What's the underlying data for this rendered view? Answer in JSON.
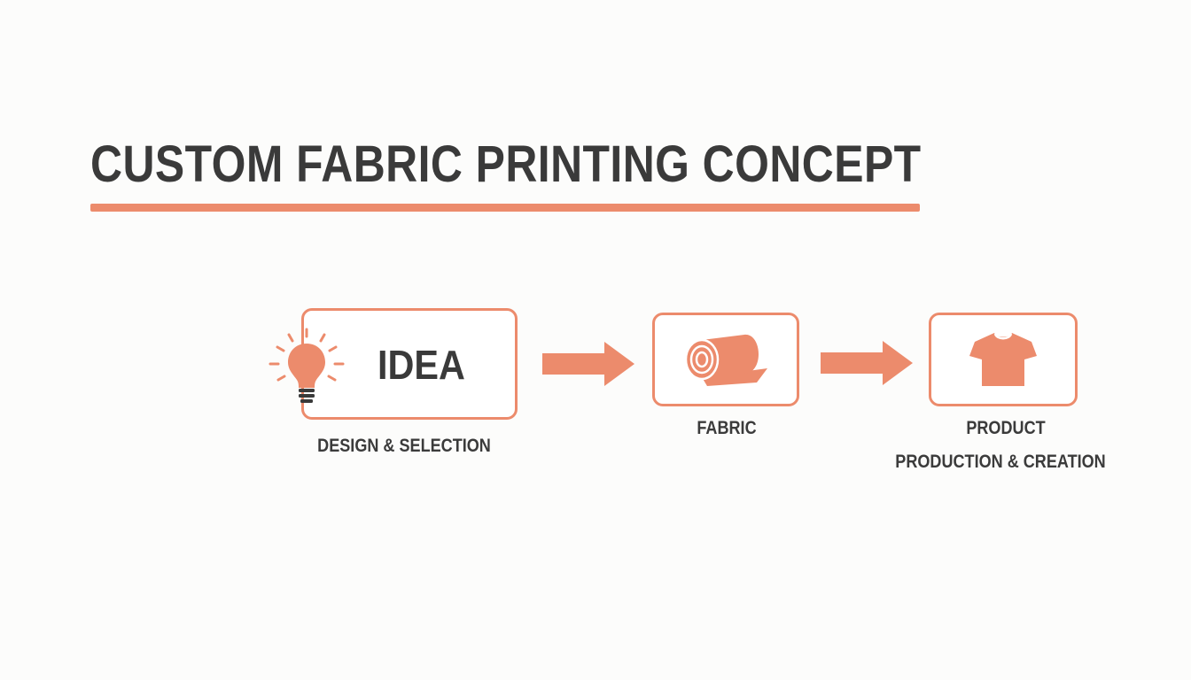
{
  "title": "CUSTOM FABRIC PRINTING CONCEPT",
  "colors": {
    "accent": "#ec8b6c",
    "text": "#3a3a3a",
    "background": "#fcfcfb"
  },
  "steps": [
    {
      "label": "IDEA",
      "caption": "DESIGN & SELECTION",
      "icon": "lightbulb-icon"
    },
    {
      "caption": "FABRIC",
      "icon": "fabric-roll-icon"
    },
    {
      "caption": "PRODUCT",
      "subcaption": "PRODUCTION & CREATION",
      "icon": "t-shirt-icon"
    }
  ],
  "connectors": [
    "arrow-right-icon",
    "arrow-right-icon"
  ]
}
